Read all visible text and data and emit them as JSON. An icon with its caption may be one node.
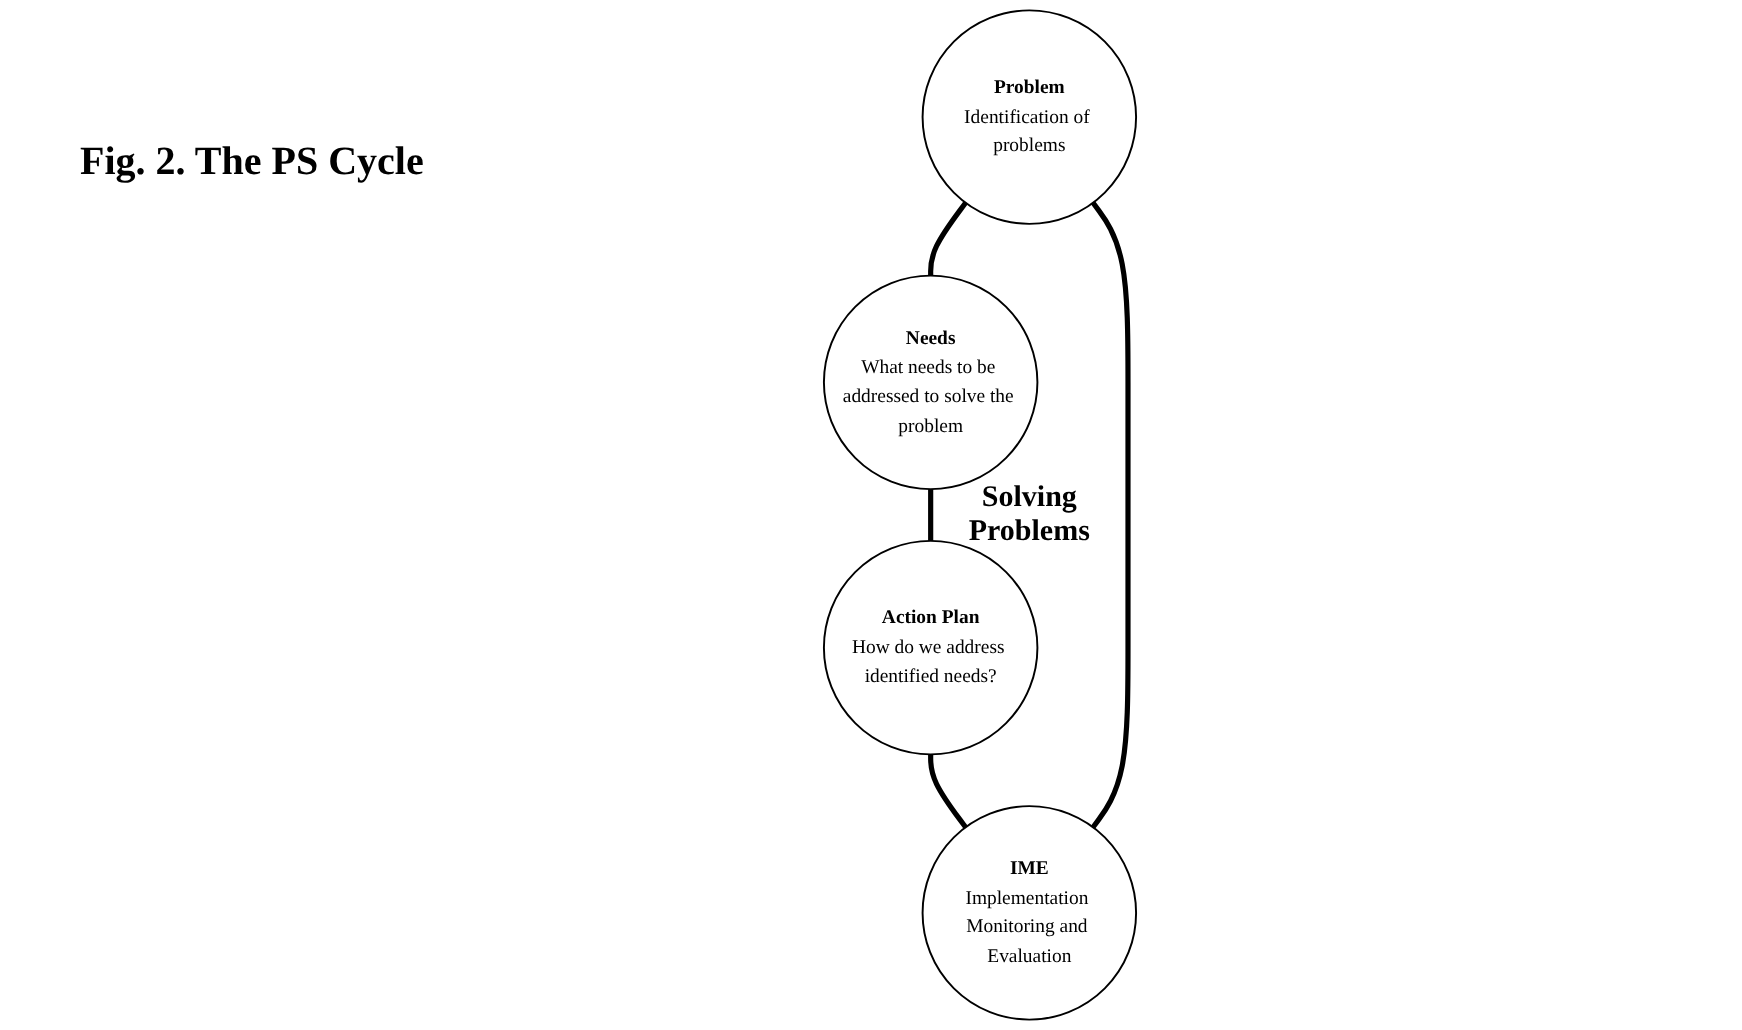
{
  "diagram": {
    "title": "Fig. 2. The PS Cycle",
    "nodes": [
      {
        "text": [
          "Problem",
          "Identification of problems"
        ]
      },
      {
        "text": [
          "Needs",
          "What needs to be addressed to solve the problem"
        ]
      },
      {
        "text": [
          "Action Plan",
          "How do we address identified needs?"
        ]
      },
      {
        "text": [
          "IME",
          "Implementation Monitoring and Evaluation"
        ]
      }
    ],
    "edges": [
      {
        "from": 0,
        "to": 1,
        "arrow": "none"
      },
      {
        "from": 1,
        "to": 2,
        "arrow": "none"
      },
      {
        "from": 2,
        "to": 3,
        "arrow": "none"
      },
      {
        "from": 3,
        "to": 0,
        "arrow": "none"
      }
    ],
    "labels": [
      "Solving Problems"
    ]
  }
}
